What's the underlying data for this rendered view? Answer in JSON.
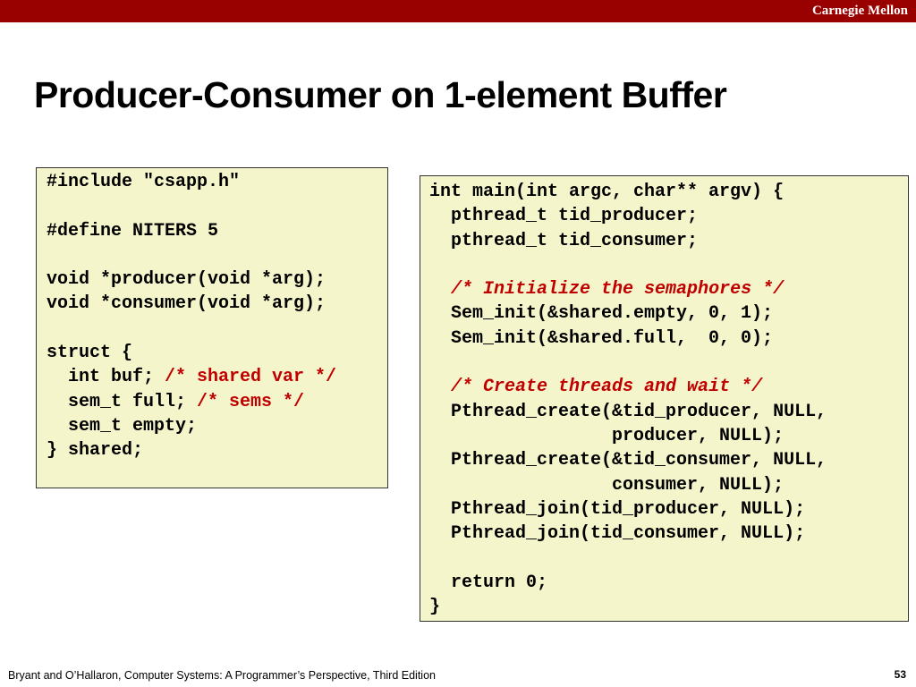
{
  "header": {
    "brand": "Carnegie Mellon",
    "brand_color": "#990000"
  },
  "slide": {
    "title": "Producer-Consumer on 1-element Buffer"
  },
  "code_left": {
    "lines": [
      [
        {
          "t": "#include \"csapp.h\""
        }
      ],
      [],
      [
        {
          "t": "#define NITERS 5"
        }
      ],
      [],
      [
        {
          "t": "void *producer(void *arg);"
        }
      ],
      [
        {
          "t": "void *consumer(void *arg);"
        }
      ],
      [],
      [
        {
          "t": "struct {"
        }
      ],
      [
        {
          "t": "  int buf; "
        },
        {
          "t": "/* shared var */",
          "s": "red"
        }
      ],
      [
        {
          "t": "  sem_t full; "
        },
        {
          "t": "/* sems */",
          "s": "red"
        }
      ],
      [
        {
          "t": "  sem_t empty;"
        }
      ],
      [
        {
          "t": "} shared;"
        }
      ]
    ]
  },
  "code_right": {
    "lines": [
      [
        {
          "t": "int main(int argc, char** argv) {"
        }
      ],
      [
        {
          "t": "  pthread_t tid_producer;"
        }
      ],
      [
        {
          "t": "  pthread_t tid_consumer;"
        }
      ],
      [],
      [
        {
          "t": "  "
        },
        {
          "t": "/* Initialize the semaphores */",
          "s": "ital"
        }
      ],
      [
        {
          "t": "  Sem_init(&shared.empty, 0, 1);"
        }
      ],
      [
        {
          "t": "  Sem_init(&shared.full,  0, 0);"
        }
      ],
      [],
      [
        {
          "t": "  "
        },
        {
          "t": "/* Create threads and wait */",
          "s": "ital"
        }
      ],
      [
        {
          "t": "  Pthread_create(&tid_producer, NULL,"
        }
      ],
      [
        {
          "t": "                 producer, NULL);"
        }
      ],
      [
        {
          "t": "  Pthread_create(&tid_consumer, NULL,"
        }
      ],
      [
        {
          "t": "                 consumer, NULL);"
        }
      ],
      [
        {
          "t": "  Pthread_join(tid_producer, NULL);"
        }
      ],
      [
        {
          "t": "  Pthread_join(tid_consumer, NULL);"
        }
      ],
      [],
      [
        {
          "t": "  return 0;"
        }
      ],
      [
        {
          "t": "}"
        }
      ]
    ]
  },
  "colors": {
    "code_background": "#f5f5cc",
    "comment": "#c00000"
  },
  "footer": {
    "citation": "Bryant and O’Hallaron, Computer Systems: A Programmer’s Perspective, Third Edition",
    "page_number": "53"
  }
}
